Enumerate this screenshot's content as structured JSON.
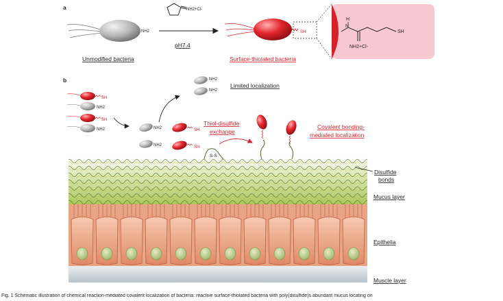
{
  "panel_a": {
    "label": "a",
    "reagent": "NH2+Cl-",
    "condition": "pH7.4",
    "unmodified_label": "Unmodified bacteria",
    "surface_label": "Surface-thiolated bacteria",
    "nh2": "NH2",
    "sh": "SH",
    "zoom": {
      "h": "H",
      "n": "N",
      "sh": "SH",
      "amidinium": "NH2+Cl-"
    }
  },
  "panel_b": {
    "label": "b",
    "nh2": "NH2",
    "sh": "SH",
    "limited": "Limited localization",
    "thiol1": "Thiol-disulfide",
    "thiol2": "exchange",
    "cov1": "Covalent bonding-",
    "cov2": "mediated localization",
    "ss": "S-S",
    "disulfide1": "Disulfide",
    "disulfide2": "bonds",
    "mucus": "Mucus layer",
    "epithelia": "Epithelia",
    "muscle": "Muscle layer"
  },
  "caption": "Fig. 1 Schematic illustration of chemical reaction-mediated covalent localization of bacteria: reactive surface-thiolated bacteria with poly(disulfide)s abundant mucus locating on"
}
